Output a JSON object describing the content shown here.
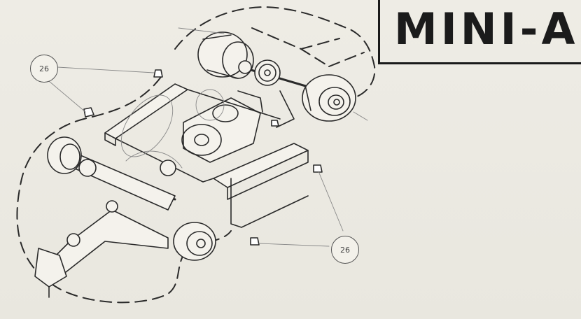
{
  "title": "MINI-A",
  "callouts": [
    {
      "label": "26"
    },
    {
      "label": "26"
    }
  ]
}
